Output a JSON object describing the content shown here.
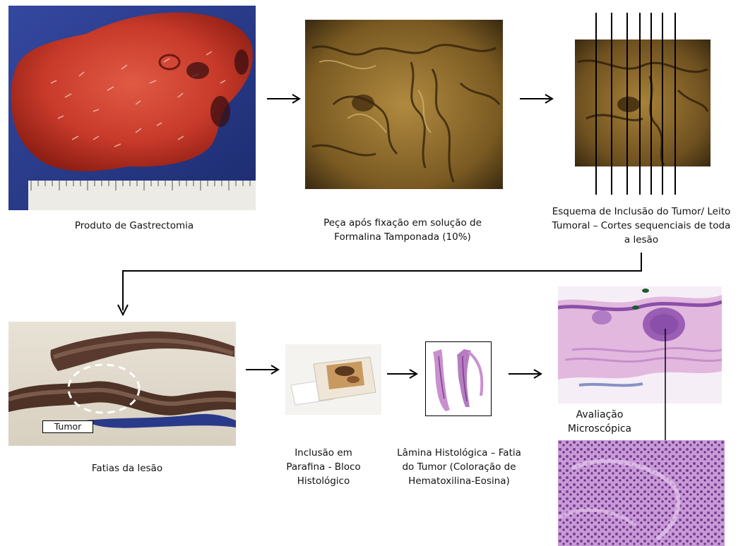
{
  "steps": {
    "gastrectomy": {
      "caption": "Produto  de Gastrectomia"
    },
    "fixation": {
      "caption_line1": "Peça após fixação em solução de",
      "caption_line2": "Formalina Tamponada (10%)"
    },
    "inclusion_scheme": {
      "caption_line1": "Esquema de Inclusão do Tumor/  Leito",
      "caption_line2": "Tumoral – Cortes sequenciais de toda",
      "caption_line3": "a lesão"
    },
    "slices": {
      "caption": "Fatias da lesão",
      "tumor_label": "Tumor"
    },
    "paraffin": {
      "caption_line1": "Inclusão em",
      "caption_line2": "Parafina - Bloco",
      "caption_line3": "Histológico"
    },
    "slide": {
      "caption_line1": "Lâmina Histológica – Fatia",
      "caption_line2": "do Tumor  (Coloração de",
      "caption_line3": "Hematoxilina-Eosina)"
    },
    "microscopy": {
      "caption_line1": "Avaliação",
      "caption_line2": "Microscópica"
    }
  },
  "colors": {
    "stomach_red": "#c83a2a",
    "fixed_tissue": "#8a6a2a",
    "he_pink": "#d9a8d6",
    "he_purple": "#8a4fa8",
    "blue_background": "#2a3f8f"
  }
}
